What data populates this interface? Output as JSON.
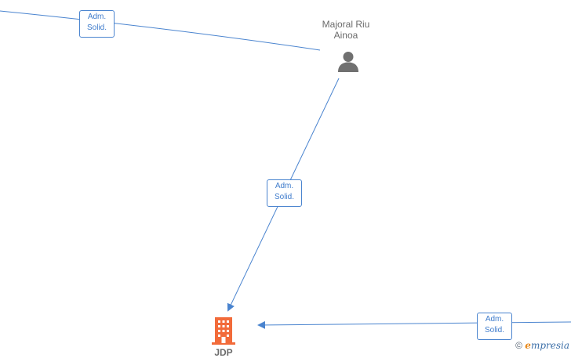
{
  "colors": {
    "edge": "#4a84cf",
    "person_icon": "#707070",
    "company_icon": "#f26b3a",
    "label_text": "#6b6b6b"
  },
  "nodes": {
    "person": {
      "name_line1": "Majoral Riu",
      "name_line2": "Ainoa",
      "icon": "person-icon"
    },
    "company": {
      "name": "JDP",
      "icon": "building-icon"
    }
  },
  "edges": [
    {
      "role_line1": "Adm.",
      "role_line2": "Solid."
    },
    {
      "role_line1": "Adm.",
      "role_line2": "Solid."
    },
    {
      "role_line1": "Adm.",
      "role_line2": "Solid."
    }
  ],
  "watermark": {
    "copyright": "©",
    "brand_initial": "e",
    "brand_rest": "mpresia"
  }
}
